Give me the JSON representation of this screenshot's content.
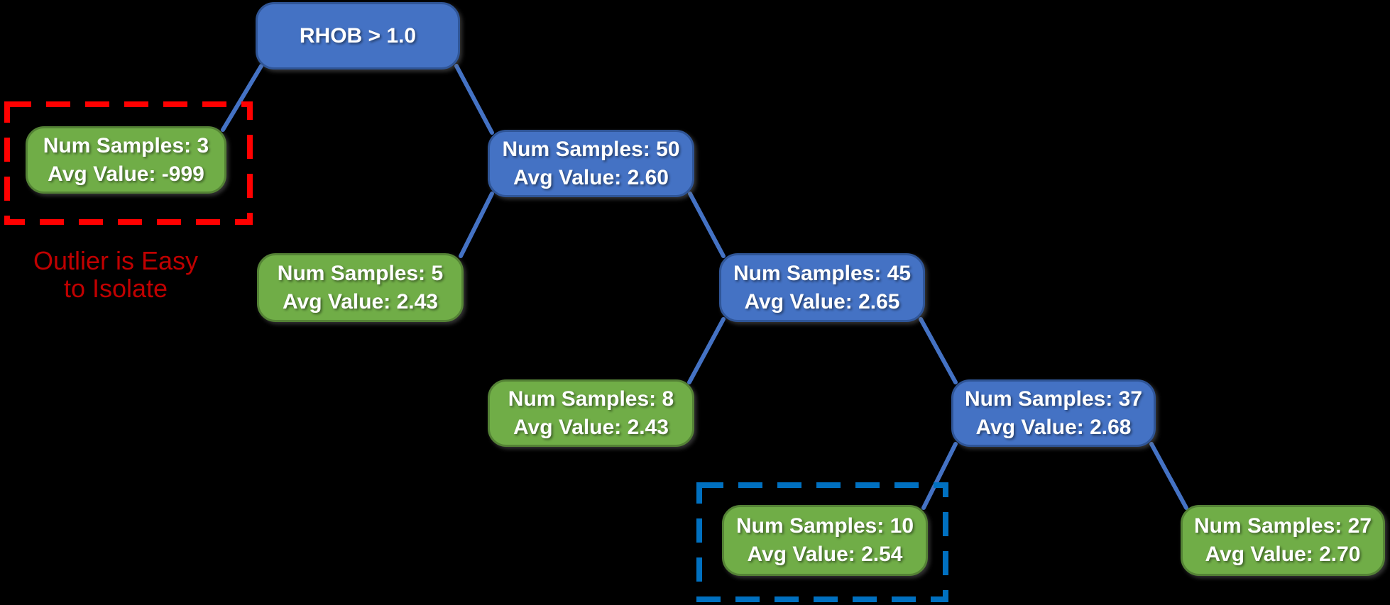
{
  "colors": {
    "background": "#000000",
    "node_blue": "#4472C4",
    "node_blue_border": "#2F5597",
    "node_green": "#70AD47",
    "node_green_border": "#548235",
    "edge": "#4472C4",
    "outlier_box_red": "#FF0000",
    "inlier_box_blue": "#0070C0",
    "annotation_text": "#C00000",
    "node_text": "#FFFFFF"
  },
  "nodes": [
    {
      "id": "root",
      "type": "decision",
      "line1": "RHOB > 1.0",
      "line2": ""
    },
    {
      "id": "leaf-outlier",
      "type": "leaf",
      "line1": "Num Samples: 3",
      "line2": "Avg Value: -999",
      "highlight": "red-dashed"
    },
    {
      "id": "branch-50",
      "type": "decision",
      "line1": "Num Samples: 50",
      "line2": "Avg Value: 2.60"
    },
    {
      "id": "leaf-5",
      "type": "leaf",
      "line1": "Num Samples: 5",
      "line2": "Avg Value: 2.43"
    },
    {
      "id": "branch-45",
      "type": "decision",
      "line1": "Num Samples: 45",
      "line2": "Avg Value: 2.65"
    },
    {
      "id": "leaf-8",
      "type": "leaf",
      "line1": "Num Samples: 8",
      "line2": "Avg Value: 2.43"
    },
    {
      "id": "branch-37",
      "type": "decision",
      "line1": "Num Samples: 37",
      "line2": "Avg Value: 2.68"
    },
    {
      "id": "leaf-10",
      "type": "leaf",
      "line1": "Num Samples: 10",
      "line2": "Avg Value: 2.54",
      "highlight": "blue-dashed"
    },
    {
      "id": "leaf-27",
      "type": "leaf",
      "line1": "Num Samples: 27",
      "line2": "Avg Value: 2.70"
    }
  ],
  "annotation": {
    "line1": "Outlier is Easy",
    "line2": "to Isolate"
  }
}
